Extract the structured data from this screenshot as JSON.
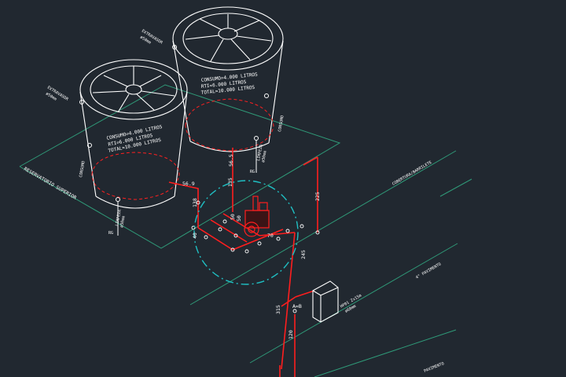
{
  "colors": {
    "background": "#212830",
    "tank_line": "#ffffff",
    "pipe": "#ff1e1e",
    "floor_line": "#2f9a78",
    "detail_circle": "#1fbfc3",
    "text": "#ffffff"
  },
  "tanks": [
    {
      "label_top": "EXTRAVASOR",
      "label_top_sub": "ø50mm",
      "consumo": "CONSUMO=4.000 LITROS",
      "rti": "RTI=6.000 LITROS",
      "total": "TOTAL=10.000 LITROS",
      "side_label": "CONSUMO",
      "drain_label": "LIMPEZA",
      "drain_label_sub": "ø50mm",
      "valve_label": "RG"
    },
    {
      "label_top": "EXTRAVASOR",
      "label_top_sub": "ø50mm",
      "consumo": "CONSUMO=4.000 LITROS",
      "rti": "RTI=6.000 LITROS",
      "total": "TOTAL=10.000 LITROS",
      "side_label": "CONSUMO",
      "drain_label": "LIMPEZA",
      "drain_label_sub": "ø50mm",
      "valve_label": "RG"
    }
  ],
  "floors": {
    "reservatorio": "RESERVATORIO SUPERIOR",
    "cobertura": "COBERTURA/BARRILETE",
    "pavimento4": "4° PAVIMENTO",
    "pavimento3": "PAVIMENTO"
  },
  "dimensions": {
    "d1": "56.9",
    "d2": "56.5",
    "d3": "135",
    "d4": "138",
    "d5": "225",
    "d6": "245",
    "d7": "315",
    "d8": "120",
    "d9": "70",
    "d10": "40",
    "d11": "50",
    "d12": "50"
  },
  "section_mark": "A=B",
  "hydrant": {
    "label": "HP01 2x15m",
    "label_sub": "ø60mm"
  }
}
